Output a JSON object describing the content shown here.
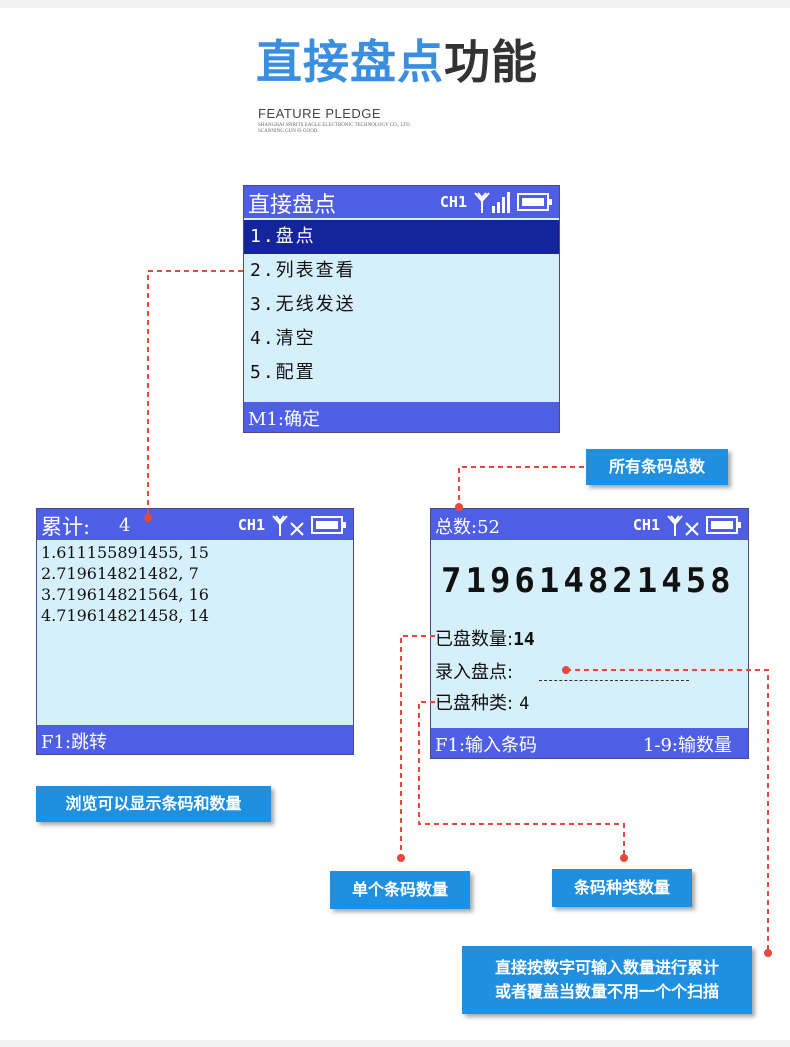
{
  "header": {
    "title_part1": "直接盘点",
    "title_part2": "功能",
    "subtitle": "FEATURE PLEDGE",
    "subsmall_line1": "SHANGHAI SPIRITS EAGLE ELECTRONIC TECHNOLOGY CO., LTD",
    "subsmall_line2": "SCANNING GUN IS GOOD."
  },
  "colors": {
    "accent": "#3a8ee0",
    "bar": "#4e5fe6",
    "screen_bg": "#d6f0fb",
    "selected": "#14249a",
    "callout": "#1f8fdf",
    "dash": "#e8483a"
  },
  "status": {
    "channel": "CH1",
    "antenna_icon": "antenna-icon",
    "signal_icon": "signal-bars-icon",
    "battery_icon": "battery-icon",
    "no_signal_icon": "no-signal-icon"
  },
  "menu_screen": {
    "title": "直接盘点",
    "items": [
      "1.盘点",
      "2.列表查看",
      "3.无线发送",
      "4.清空",
      "5.配置"
    ],
    "selected_index": 0,
    "footer": "M1:确定"
  },
  "list_screen": {
    "title_label": "累计:",
    "title_value": "4",
    "rows": [
      "1.611155891455, 15",
      "2.719614821482, 7",
      "3.719614821564, 16",
      "4.719614821458, 14"
    ],
    "footer": "F1:跳转"
  },
  "count_screen": {
    "title": "总数:52",
    "barcode": "719614821458",
    "counted_qty_label": "已盘数量:",
    "counted_qty_value": "14",
    "input_label": "录入盘点:",
    "kinds_label": "已盘种类:",
    "kinds_value": "4",
    "footer_left": "F1:输入条码",
    "footer_right": "1-9:输数量"
  },
  "callouts": {
    "all_total": "所有条码总数",
    "browse": "浏览可以显示条码和数量",
    "single_qty": "单个条码数量",
    "kind_qty": "条码种类数量",
    "direct_line1": "直接按数字可输入数量进行累计",
    "direct_line2": "或者覆盖当数量不用一个个扫描"
  }
}
